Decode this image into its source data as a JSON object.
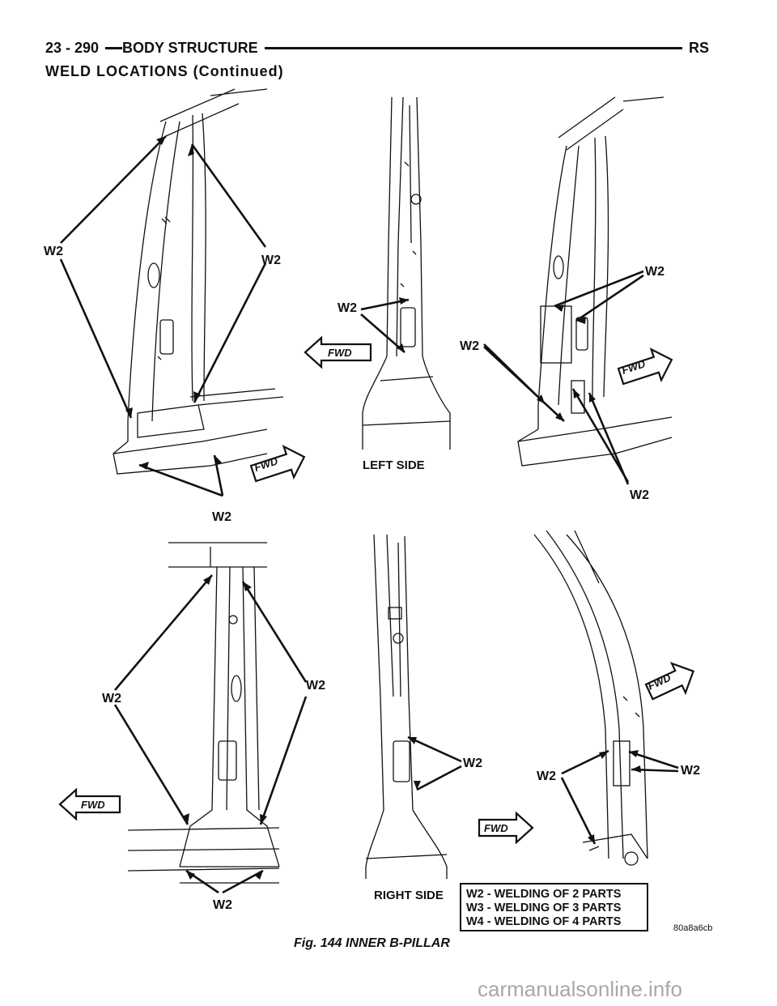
{
  "header": {
    "page_number": "23 - 290",
    "section": "BODY STRUCTURE",
    "code": "RS"
  },
  "subheading": "WELD LOCATIONS (Continued)",
  "figure": {
    "labels": {
      "w2": "W2",
      "fwd": "FWD",
      "left_side": "LEFT SIDE",
      "right_side": "RIGHT SIDE"
    },
    "caption": "Fig. 144 INNER B-PILLAR",
    "code": "80a8a6cb"
  },
  "legend": {
    "items": [
      "W2 - WELDING OF 2 PARTS",
      "W3 - WELDING OF 3 PARTS",
      "W4 - WELDING OF 4 PARTS"
    ]
  },
  "watermark": "carmanualsonline.info",
  "colors": {
    "ink": "#111111",
    "watermark": "#a8a8a8"
  }
}
